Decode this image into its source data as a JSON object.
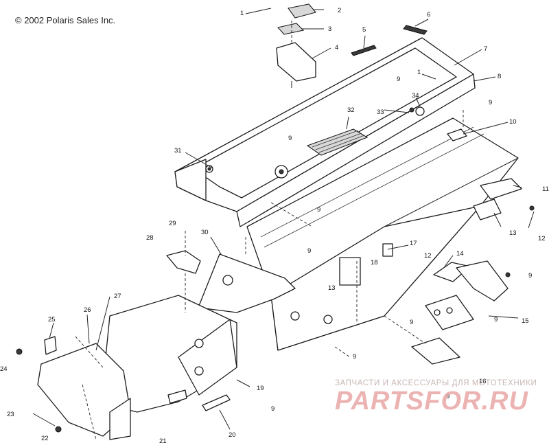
{
  "copyright": "© 2002 Polaris Sales Inc.",
  "watermark": {
    "tagline": "ЗАПЧАСТИ И АКСЕССУАРЫ ДЛЯ МОТОТЕХНИКИ",
    "logo": "PARTSFOR.RU",
    "color": "#e9a6a6"
  },
  "callouts": [
    "1",
    "2",
    "3",
    "4",
    "5",
    "6",
    "7",
    "1",
    "8",
    "9",
    "9",
    "9",
    "10",
    "11",
    "12",
    "13",
    "14",
    "9",
    "15",
    "9",
    "9",
    "16",
    "9",
    "17",
    "18",
    "12",
    "13",
    "9",
    "9",
    "9",
    "9",
    "19",
    "20",
    "21",
    "22",
    "23",
    "24",
    "25",
    "26",
    "27",
    "28",
    "29",
    "30",
    "31",
    "32",
    "33",
    "34"
  ]
}
